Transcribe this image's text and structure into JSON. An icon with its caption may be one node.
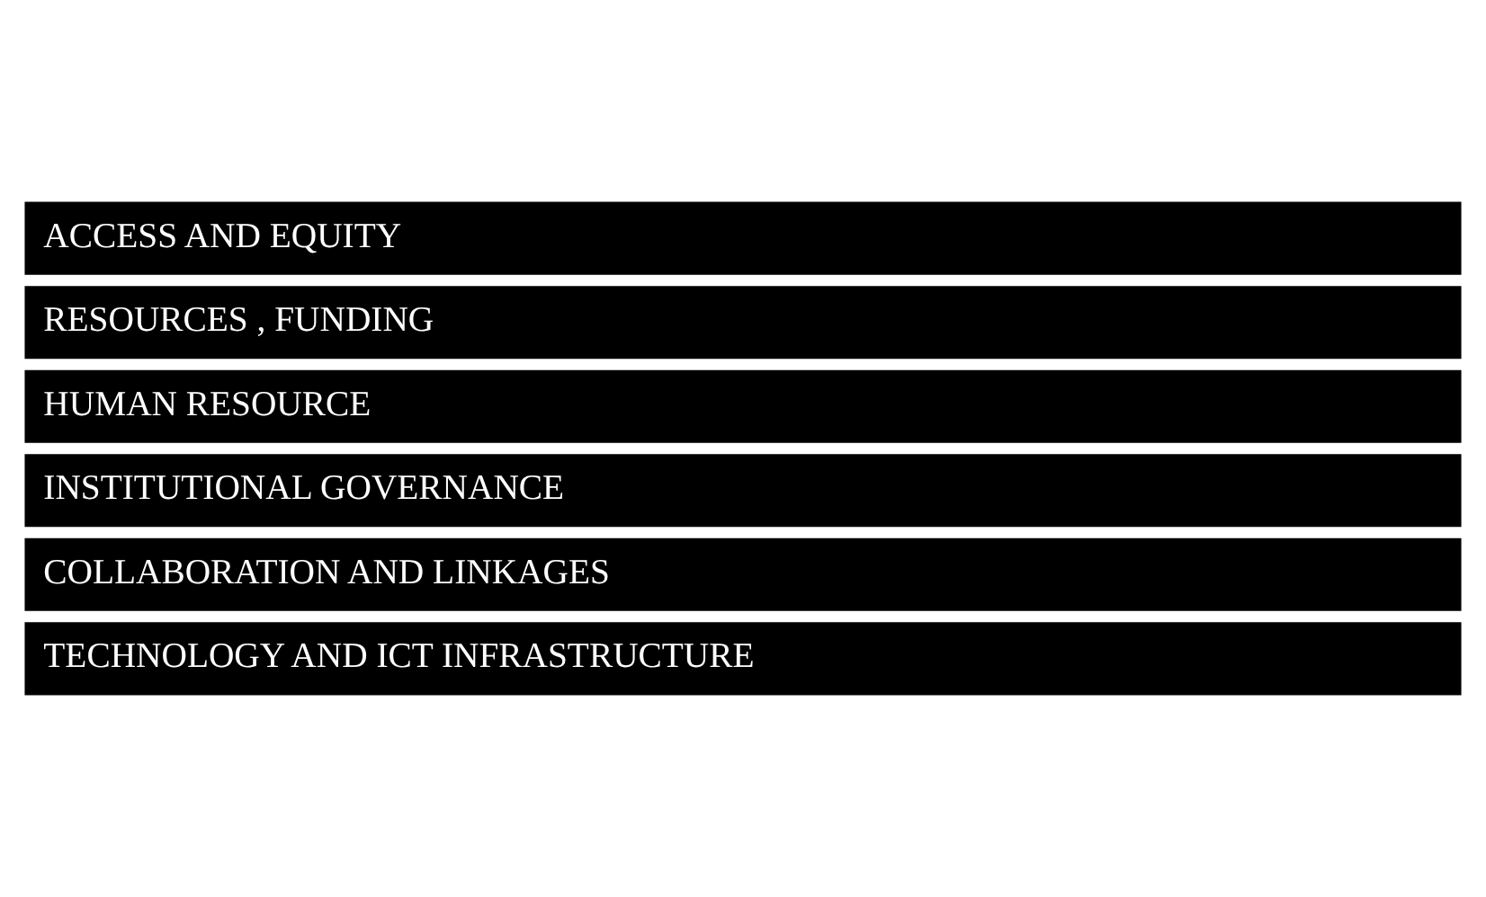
{
  "diagram": {
    "nodes": [
      {
        "text": [
          "TECHNOLOGY AND ICT INFRASTRUCTURE"
        ]
      },
      {
        "text": [
          "COLLABORATION AND LINKAGES"
        ]
      },
      {
        "text": [
          "INSTITUTIONAL GOVERNANCE"
        ]
      },
      {
        "text": [
          "HUMAN RESOURCE"
        ]
      },
      {
        "text": [
          "RESOURCES , FUNDING"
        ]
      },
      {
        "text": [
          "ACCESS AND EQUITY"
        ]
      }
    ]
  }
}
